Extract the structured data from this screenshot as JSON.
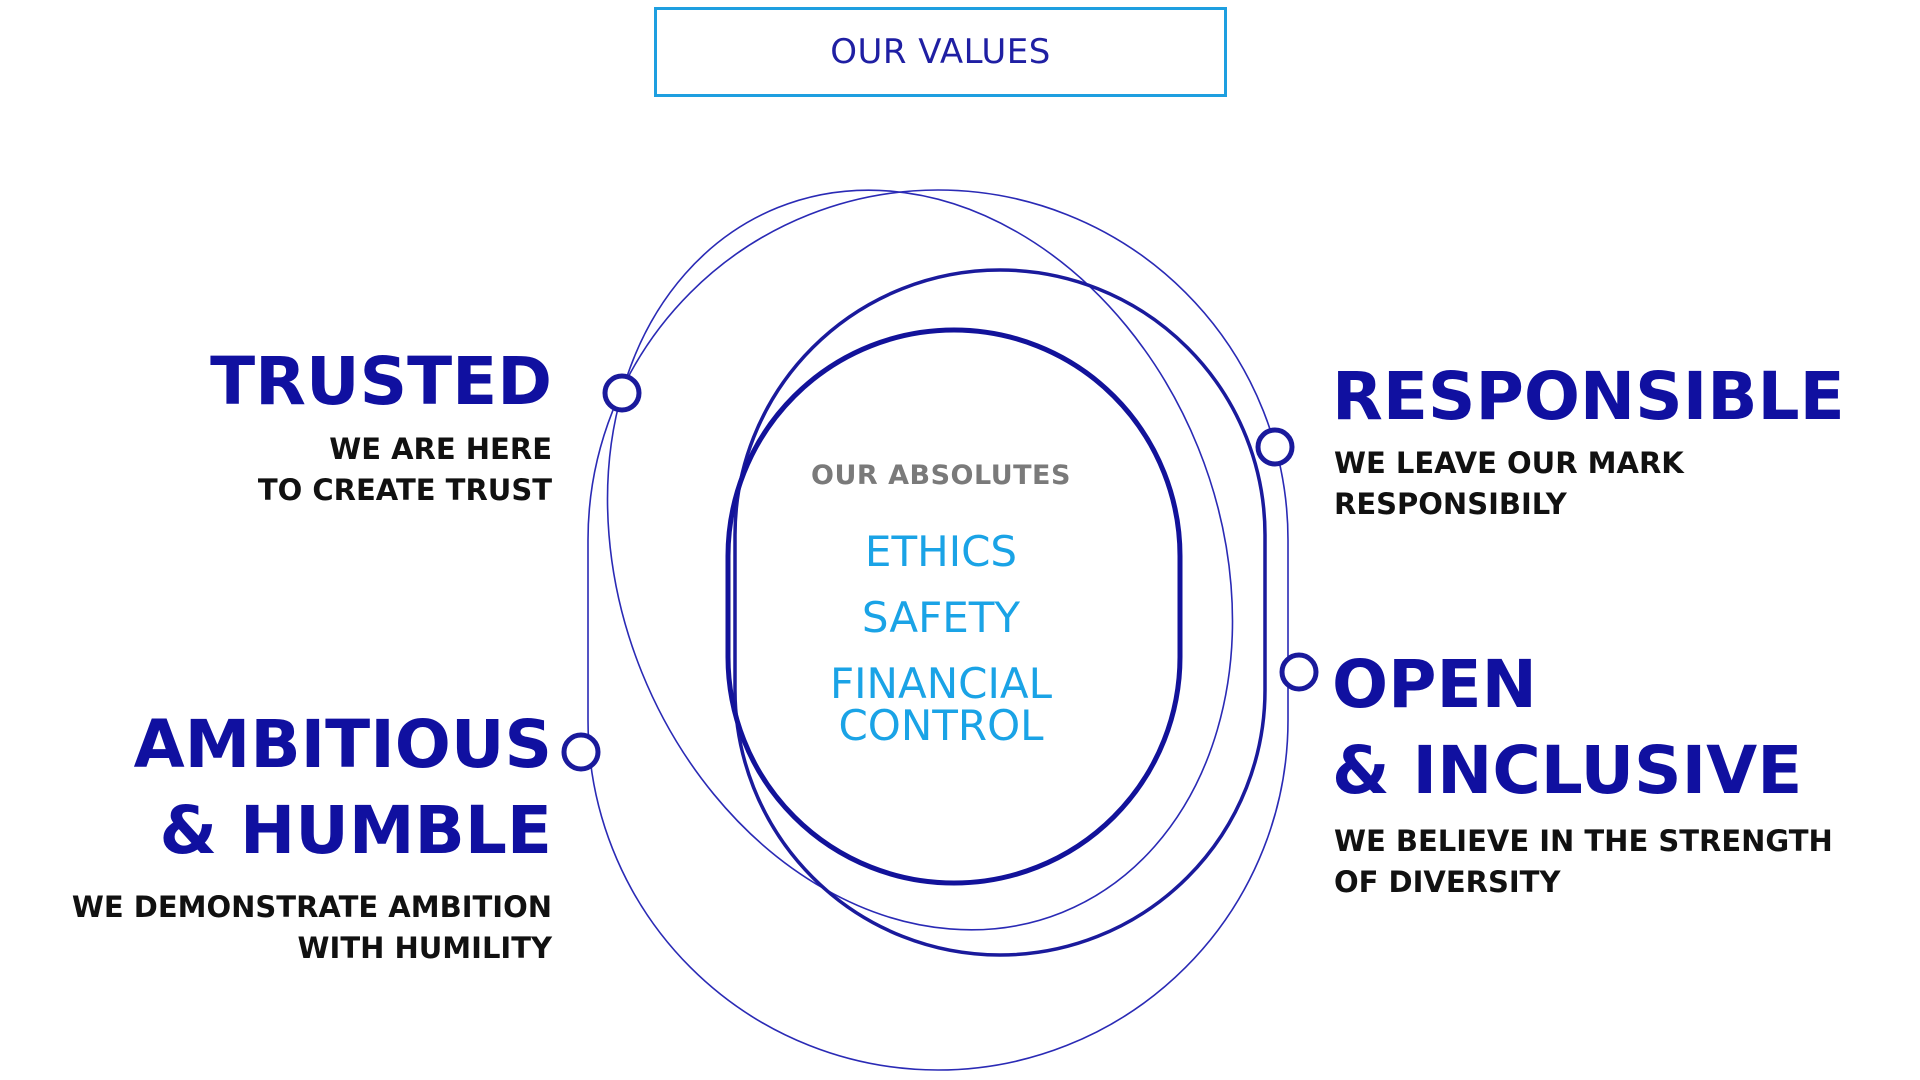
{
  "header": {
    "title": "OUR VALUES"
  },
  "center": {
    "label": "OUR ABSOLUTES",
    "items": [
      "ETHICS",
      "SAFETY",
      "FINANCIAL",
      "CONTROL"
    ]
  },
  "values": {
    "trusted": {
      "title": "TRUSTED",
      "desc_line1": "WE ARE HERE",
      "desc_line2": "TO CREATE TRUST"
    },
    "ambitious": {
      "title_line1": "AMBITIOUS",
      "title_line2": "& HUMBLE",
      "desc_line1": "WE DEMONSTRATE AMBITION",
      "desc_line2": "WITH HUMILITY"
    },
    "responsible": {
      "title": "RESPONSIBLE",
      "desc_line1": "WE LEAVE OUR MARK",
      "desc_line2": "RESPONSIBILY"
    },
    "open": {
      "title_line1": "OPEN",
      "title_line2": "& INCLUSIVE",
      "desc_line1": "WE BELIEVE IN THE STRENGTH",
      "desc_line2": "OF DIVERSITY"
    }
  },
  "colors": {
    "navy": "#1010a0",
    "ring": "#2a2ab5",
    "accent_blue": "#1aa3e6",
    "frame_blue": "#1e9fe0",
    "gray": "#7a7a7a",
    "black": "#111111"
  }
}
